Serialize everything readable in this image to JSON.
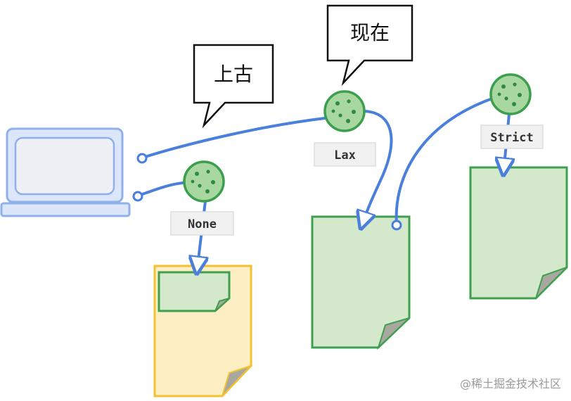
{
  "bubbles": {
    "past": "上古",
    "present": "现在"
  },
  "cookie_labels": {
    "none": "None",
    "lax": "Lax",
    "strict": "Strict"
  },
  "watermark": "@稀土掘金技术社区",
  "colors": {
    "arrow": "#4a7fdc",
    "cookie_fill": "#a9d7a0",
    "cookie_stroke": "#3b9f4e",
    "cookie_dot": "#2f8a40",
    "page_green_fill": "#d4e8cc",
    "page_green_stroke": "#3ea04f",
    "page_yellow_fill": "#fdefc3",
    "page_yellow_stroke": "#f2c233",
    "page_fold": "#a8a8a0",
    "label_fill": "#f1f1f1",
    "label_stroke": "#dddddd",
    "laptop_fill": "#dbe6f8",
    "laptop_stroke": "#8fb0ea",
    "laptop_screen": "#eef0f6"
  }
}
